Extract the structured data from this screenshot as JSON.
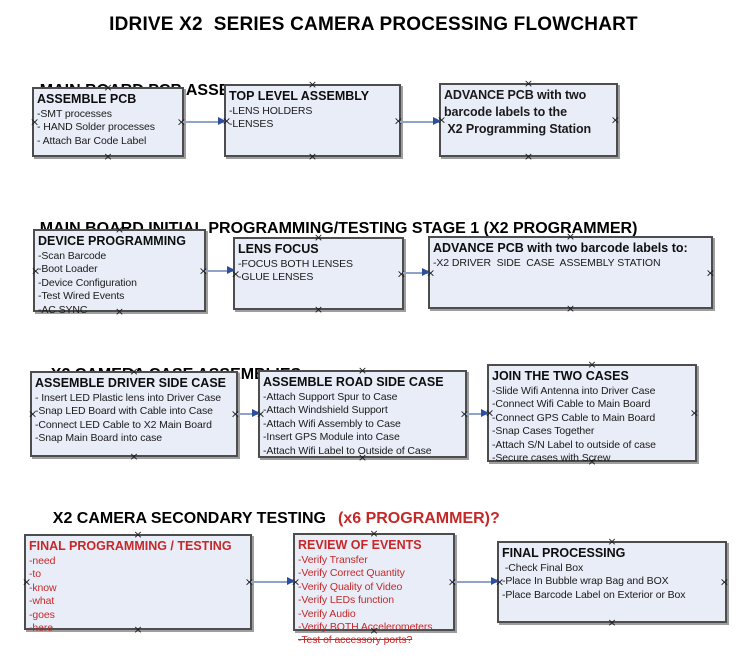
{
  "title": "IDRIVE X2  SERIES CAMERA PROCESSING FLOWCHART",
  "sections": [
    {
      "heading": "MAIN BOARD PCB ASSEMBLY PROCESS"
    },
    {
      "heading": "MAIN BOARD INITIAL PROGRAMMING/TESTING STAGE 1 (X2 PROGRAMMER)"
    },
    {
      "heading": "X2 CAMERA CASE ASSEMBLIES"
    },
    {
      "heading": "X2 CAMERA SECONDARY TESTING",
      "heading_red": "(x6 PROGRAMMER)?"
    }
  ],
  "boxes": {
    "assemble_pcb": {
      "title": "ASSEMBLE PCB",
      "lines": [
        "-SMT processes",
        "- HAND Solder processes",
        "- Attach Bar Code Label"
      ]
    },
    "top_level_assembly": {
      "title": "TOP LEVEL ASSEMBLY",
      "lines": [
        "-LENS HOLDERS",
        "-LENSES"
      ]
    },
    "advance_to_programming_station": {
      "title": "",
      "lines": [
        "ADVANCE PCB with two",
        "barcode labels to the",
        " X2 Programming Station"
      ]
    },
    "device_programming": {
      "title": "DEVICE PROGRAMMING",
      "lines": [
        "-Scan Barcode",
        "-Boot Loader",
        "-Device Configuration",
        "-Test Wired Events",
        "-AC SYNC"
      ]
    },
    "lens_focus": {
      "title": "LENS FOCUS",
      "lines": [
        "-FOCUS BOTH LENSES",
        "-GLUE LENSES"
      ]
    },
    "advance_to_driver_side": {
      "title": "ADVANCE PCB with two barcode labels to:",
      "lines": [
        "-X2 DRIVER  SIDE  CASE  ASSEMBLY STATION"
      ]
    },
    "assemble_driver_side_case": {
      "title": "ASSEMBLE DRIVER SIDE CASE",
      "lines": [
        "- Insert LED Plastic lens into Driver Case",
        "-Snap LED Board with Cable into Case",
        "-Connect LED Cable to X2 Main Board",
        "-Snap Main Board into case"
      ]
    },
    "assemble_road_side_case": {
      "title": "ASSEMBLE ROAD SIDE CASE",
      "lines": [
        "-Attach Support Spur to Case",
        "-Attach Windshield Support",
        "-Attach Wifi Assembly to Case",
        "-Insert GPS Module into Case",
        "-Attach Wifi Label to Outside of Case"
      ]
    },
    "join_the_two_cases": {
      "title": "JOIN THE TWO CASES",
      "lines": [
        "-Slide Wifi Antenna into Driver Case",
        "-Connect Wifi Cable to Main Board",
        "-Connect GPS Cable to Main Board",
        "-Snap Cases Together",
        "-Attach S/N Label to outside of case",
        "-Secure cases with Screw"
      ]
    },
    "final_programming_testing": {
      "title": "FINAL PROGRAMMING / TESTING",
      "lines": [
        "-need",
        "-to",
        "-know",
        "-what",
        "-goes",
        "-here"
      ]
    },
    "review_of_events": {
      "title": "REVIEW OF EVENTS",
      "lines": [
        "-Verify Transfer",
        "-Verify Correct Quantity",
        "-Verify Quality of Video",
        "-Verify LEDs function",
        "-Verify Audio",
        "-Verify BOTH Accelerometers",
        {
          "text": "-Test of accessory ports?",
          "strike": true
        }
      ]
    },
    "final_processing": {
      "title": "FINAL PROCESSING",
      "lines": [
        " -Check Final Box",
        "-Place In Bubble wrap Bag and BOX",
        "-Place Barcode Label on Exterior or Box"
      ]
    }
  },
  "colors": {
    "box_fill": "#e9edf7",
    "red": "#c62828",
    "arrow_line": "#8fa3c8",
    "arrow_head": "#2d4e9e"
  },
  "icons": {
    "connection_handle_glyph": "×"
  }
}
